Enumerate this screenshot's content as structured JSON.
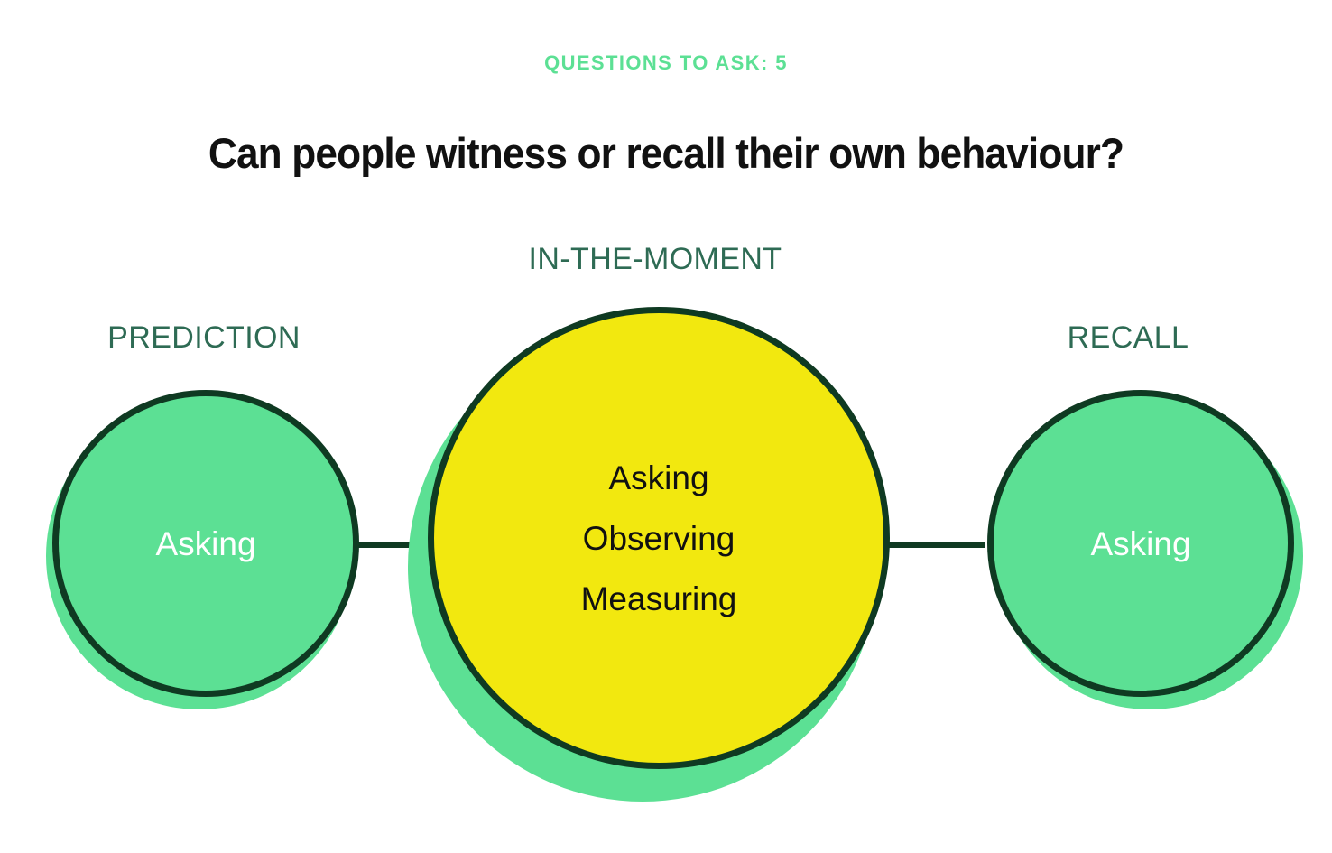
{
  "header": {
    "eyebrow": "QUESTIONS TO ASK: 5",
    "title": "Can people witness or recall their own behaviour?"
  },
  "colors": {
    "accent_green": "#5ce094",
    "dark_green": "#0f3a22",
    "label_green": "#2e6b54",
    "highlight_yellow": "#f2e80f",
    "title_black": "#111111",
    "background": "#ffffff"
  },
  "diagram": {
    "type": "linked-circles",
    "nodes": [
      {
        "id": "prediction",
        "group_label": "PREDICTION",
        "fill": "#5ce094",
        "text_color": "#ffffff",
        "methods": [
          "Asking"
        ]
      },
      {
        "id": "in-the-moment",
        "group_label": "IN-THE-MOMENT",
        "fill": "#f2e80f",
        "text_color": "#111111",
        "methods": [
          "Asking",
          "Observing",
          "Measuring"
        ]
      },
      {
        "id": "recall",
        "group_label": "RECALL",
        "fill": "#5ce094",
        "text_color": "#ffffff",
        "methods": [
          "Asking"
        ]
      }
    ],
    "connectors": [
      {
        "from": "prediction",
        "to": "in-the-moment"
      },
      {
        "from": "in-the-moment",
        "to": "recall"
      }
    ]
  }
}
